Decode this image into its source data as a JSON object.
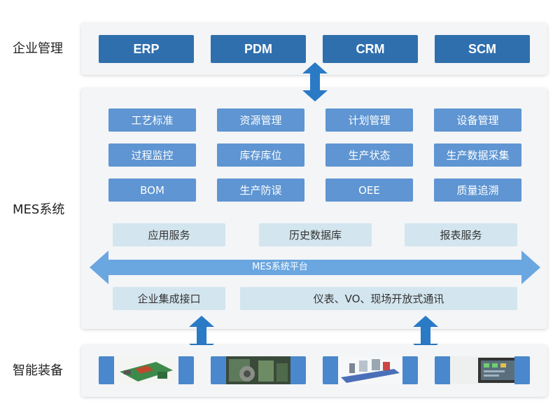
{
  "rows": {
    "enterprise": "企业管理",
    "mes": "MES系统",
    "equipment": "智能装备"
  },
  "enterprise_systems": [
    "ERP",
    "PDM",
    "CRM",
    "SCM"
  ],
  "mes_modules": [
    [
      "工艺标准",
      "资源管理",
      "计划管理",
      "设备管理"
    ],
    [
      "过程监控",
      "库存库位",
      "生产状态",
      "生产数据采集"
    ],
    [
      "BOM",
      "生产防误",
      "OEE",
      "质量追溯"
    ]
  ],
  "services": [
    "应用服务",
    "历史数据库",
    "报表服务"
  ],
  "platform": "MES系统平台",
  "interfaces": [
    "企业集成接口",
    "仪表、VO、现场开放式通讯"
  ],
  "equipment_images": [
    "production-line-icon",
    "machine-icon",
    "conveyor-line-icon",
    "touchscreen-panel-icon"
  ],
  "colors": {
    "enterprise_box": "#2f6fae",
    "module_box": "#5e95d2",
    "service_box": "#d3e5ee",
    "arrow": "#2a7ac6",
    "platform_arrow": "#6aa6e0"
  }
}
